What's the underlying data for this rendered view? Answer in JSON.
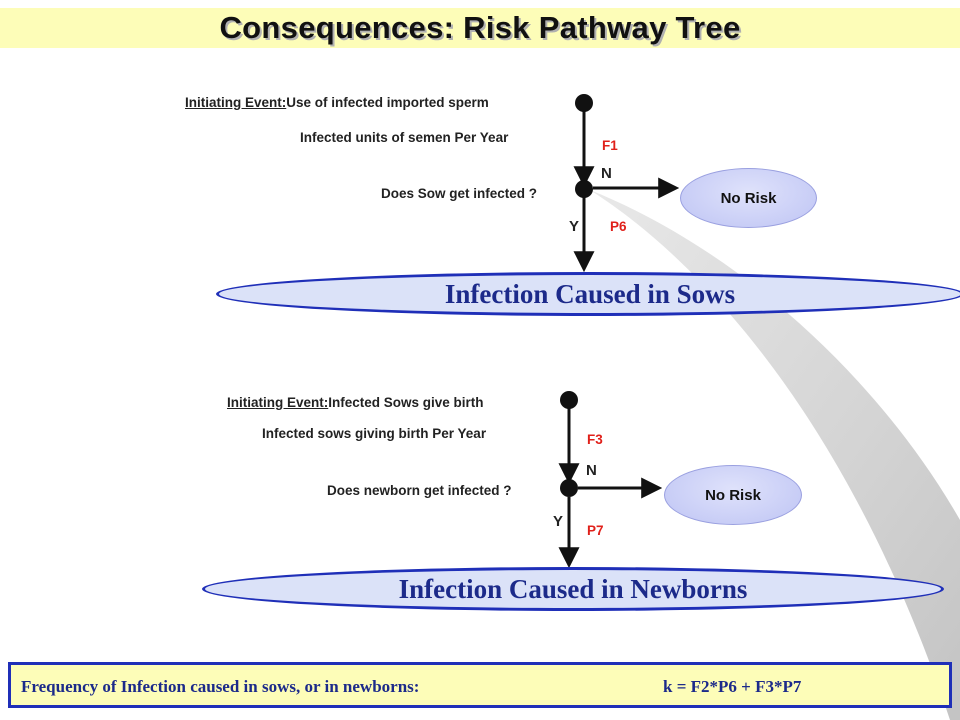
{
  "title": "Consequences: Risk Pathway Tree",
  "tree1": {
    "initiating_prefix": "Initiating Event:",
    "initiating_text": "Use of infected imported sperm",
    "units_label": "Infected units of semen Per Year",
    "freq_label": "F1",
    "question": "Does Sow get infected ?",
    "no_label": "N",
    "yes_label": "Y",
    "prob_label": "P6",
    "no_risk": "No Risk",
    "outcome": "Infection Caused in Sows"
  },
  "tree2": {
    "initiating_prefix": "Initiating Event:",
    "initiating_text": "Infected Sows give birth",
    "units_label": "Infected sows giving birth Per Year",
    "freq_label": "F3",
    "question": "Does newborn get infected ?",
    "no_label": "N",
    "yes_label": "Y",
    "prob_label": "P7",
    "no_risk": "No Risk",
    "outcome": "Infection Caused in Newborns"
  },
  "footer": {
    "text": "Frequency of  Infection caused in sows, or in newborns:",
    "formula": "k = F2*P6 + F3*P7"
  },
  "colors": {
    "title_band": "#fdfdb8",
    "outcome_border": "#1f2fb8",
    "outcome_text": "#1c2a8a",
    "probability_text": "#e0201a",
    "no_risk_fill": "#c8cdf6"
  }
}
